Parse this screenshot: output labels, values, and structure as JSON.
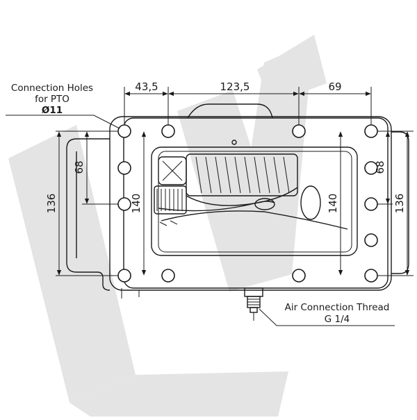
{
  "labels": {
    "connection_holes_line1": "Connection Holes",
    "connection_holes_line2": "for PTO",
    "connection_holes_diameter": "Ø11",
    "air_connection_line1": "Air Connection Thread",
    "air_connection_line2": "G 1/4"
  },
  "dimensions": {
    "top_left": "43,5",
    "top_middle": "123,5",
    "top_right": "69",
    "left_outer": "136",
    "left_inner": "68",
    "center_left": "140",
    "center_right": "140",
    "right_inner": "68",
    "right_outer": "136"
  },
  "watermark": {
    "color": "#e4e4e4"
  }
}
